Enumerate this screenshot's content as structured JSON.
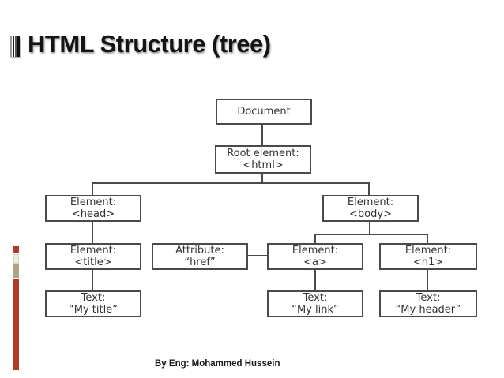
{
  "slide": {
    "title": "HTML Structure (tree)",
    "footer": "By Eng: Mohammed Hussein"
  },
  "icons": {
    "title_bullet": "striped-vertical-bars"
  },
  "colors": {
    "accent_red": "#b03a2b",
    "accent_tan": "#b0a384",
    "accent_cream": "#efecdf",
    "diagram_line": "#4a4a4a",
    "title_text": "#141414"
  },
  "diagram": {
    "nodes": [
      {
        "id": "document",
        "line1": "Document",
        "line2": ""
      },
      {
        "id": "root",
        "line1": "Root element:",
        "line2": "<html>"
      },
      {
        "id": "head",
        "line1": "Element:",
        "line2": "<head>"
      },
      {
        "id": "body",
        "line1": "Element:",
        "line2": "<body>"
      },
      {
        "id": "title",
        "line1": "Element:",
        "line2": "<title>"
      },
      {
        "id": "attribute",
        "line1": "Attribute:",
        "line2": "“href”"
      },
      {
        "id": "a",
        "line1": "Element:",
        "line2": "<a>"
      },
      {
        "id": "h1",
        "line1": "Element:",
        "line2": "<h1>"
      },
      {
        "id": "text-title",
        "line1": "Text:",
        "line2": "“My title”"
      },
      {
        "id": "text-link",
        "line1": "Text:",
        "line2": "“My link”"
      },
      {
        "id": "text-header",
        "line1": "Text:",
        "line2": "“My header”"
      }
    ]
  }
}
